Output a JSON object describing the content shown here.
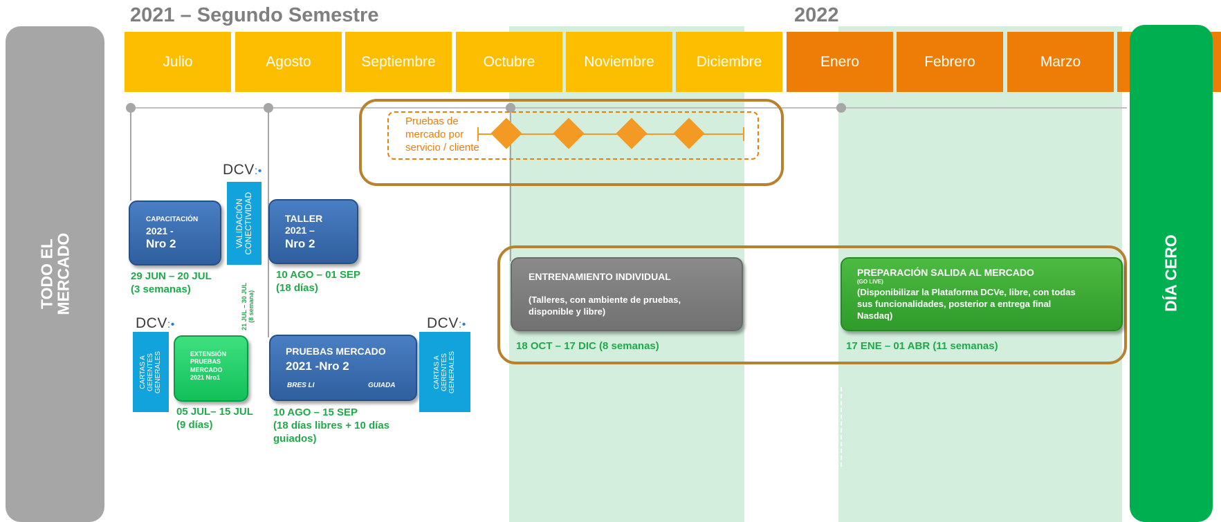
{
  "headers": {
    "year_2021": "2021 – Segundo Semestre",
    "year_2022": "2022"
  },
  "months": [
    "Julio",
    "Agosto",
    "Septiembre",
    "Octubre",
    "Noviembre",
    "Diciembre",
    "Enero",
    "Febrero",
    "Marzo"
  ],
  "colors": {
    "month_2021": "#fdbd00",
    "month_2022": "#ed7d06",
    "green_band": "#d3eedd",
    "date_text": "#1faa4a",
    "frame": "#b8812e",
    "cyan": "#12a3dc",
    "blue_box": "#2f5f9e"
  },
  "sidebar_left": {
    "line1": "TODO EL",
    "line2": "MERCADO"
  },
  "sidebar_right": {
    "label": "DÍA CERO"
  },
  "market_tests": {
    "label_line1": "Pruebas de",
    "label_line2": "mercado por",
    "label_line3": "servicio / cliente"
  },
  "logos": {
    "dcv": "DCV",
    "dcv_dots": ":•"
  },
  "capacitacion": {
    "small": "CAPACITACIÓN",
    "line2": "2021 -",
    "line3": "Nro 2",
    "date1": "29 JUN –  20 JUL",
    "date2": "(3 semanas)"
  },
  "validacion": {
    "line1": "VALIDACIÓN",
    "line2": "CONECTIVIDAD",
    "date_line1": "21 JUL – 30 JUL",
    "date_line2": "(8 semana)"
  },
  "taller": {
    "line1": "TALLER",
    "line2": "2021 –",
    "line3": "Nro 2",
    "date1": "10 AGO – 01 SEP",
    "date2": "(18 días)"
  },
  "cartas_left": {
    "line1": "CARTAS A",
    "line2": "GERENTES",
    "line3": "GENERALES"
  },
  "extension": {
    "line1": "EXTENSIÓN",
    "line2": "PRUEBAS",
    "line3": "MERCADO",
    "line4": "2021 Nro1",
    "date1": "05 JUL– 15 JUL",
    "date2": "(9 días)"
  },
  "pruebas_mercado": {
    "line1": "PRUEBAS  MERCADO",
    "line2": "2021 -Nro 2",
    "sub_left": "BRES LI",
    "sub_right": "GUIADA",
    "date1": "10 AGO – 15 SEP",
    "date2": "(18 días libres  +  10 días",
    "date3": "guiados)"
  },
  "cartas_right": {
    "line1": "CARTAS A",
    "line2": "GERENTES",
    "line3": "GENERALES"
  },
  "entrenamiento": {
    "title": "ENTRENAMIENTO INDIVIDUAL",
    "desc1": "(Talleres, con ambiente de pruebas,",
    "desc2": "disponible y libre)",
    "date": "18 OCT – 17 DIC (8 semanas)"
  },
  "preparacion": {
    "title": "PREPARACIÓN SALIDA AL MERCADO",
    "sub": "(GO LIVE)",
    "desc1": "(Disponibilizar la Plataforma DCVe, libre, con todas",
    "desc2": "sus funcionalidades, posterior a  entrega final",
    "desc3": "Nasdaq)",
    "date": "17 ENE – 01 ABR (11 semanas)"
  }
}
